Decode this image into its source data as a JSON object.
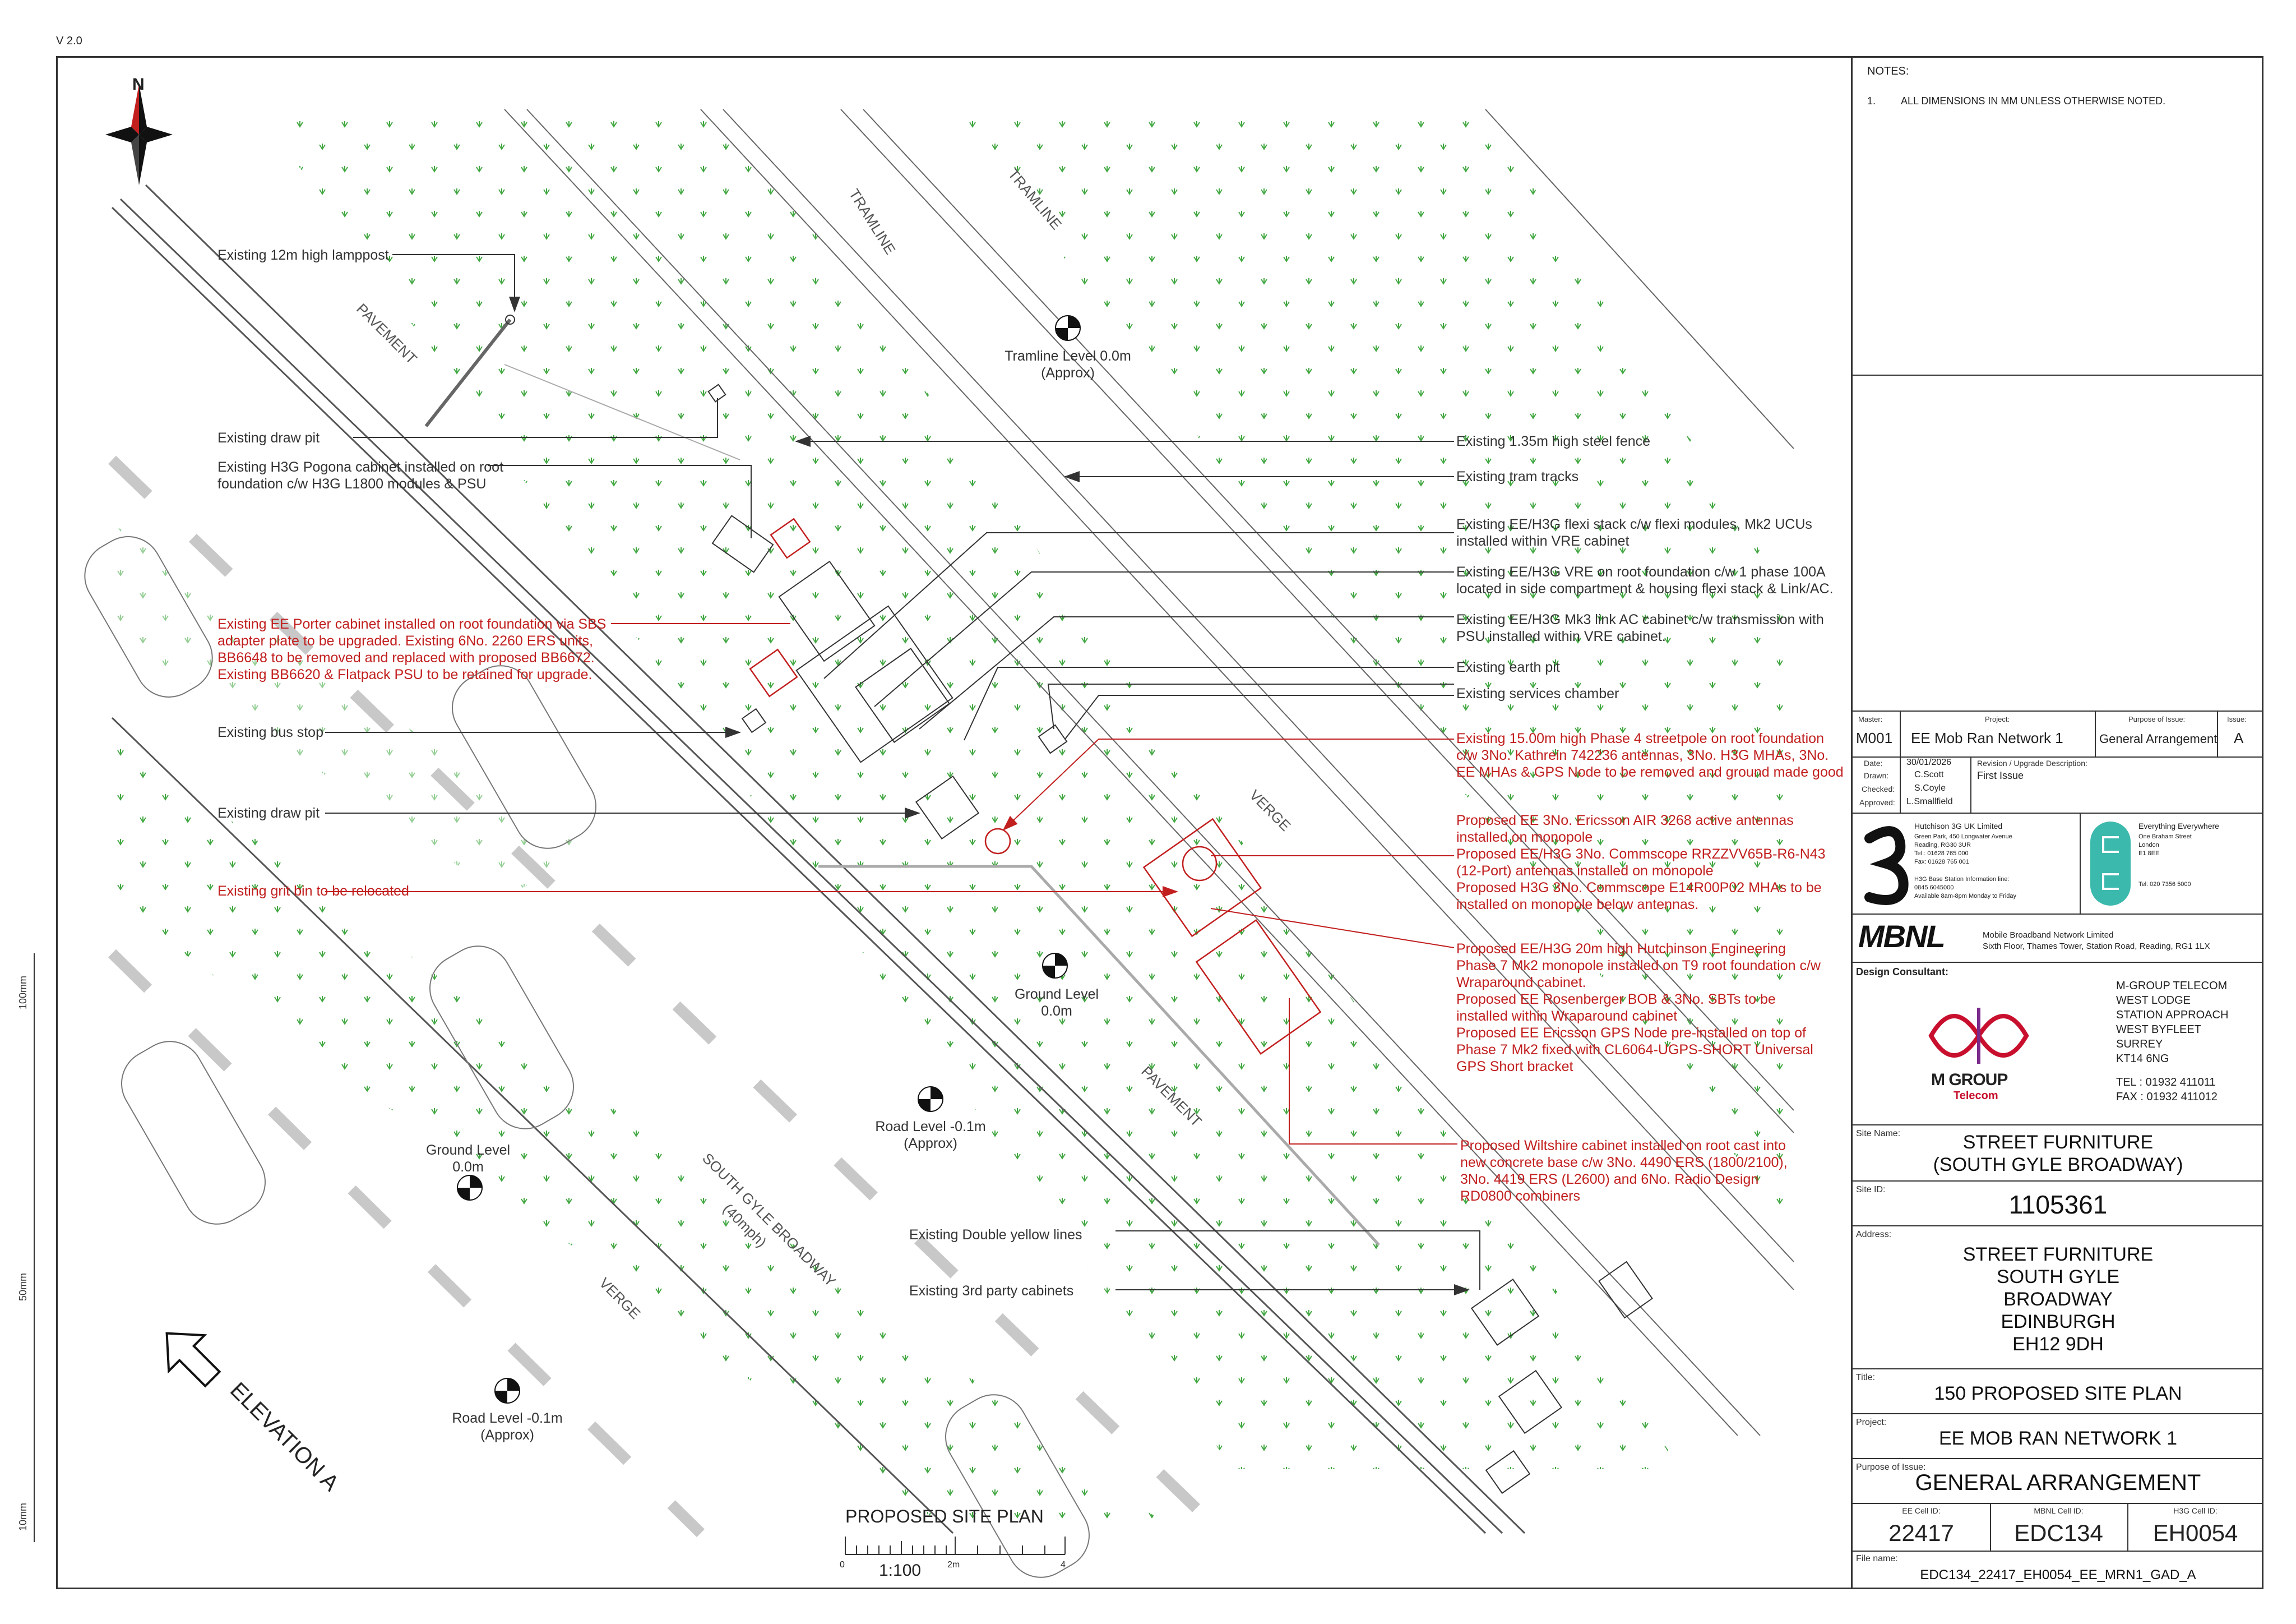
{
  "version": "V 2.0",
  "notes": {
    "heading": "NOTES:",
    "items": [
      {
        "num": "1.",
        "text": "ALL DIMENSIONS IN MM UNLESS OTHERWISE NOTED."
      }
    ]
  },
  "north": "N",
  "plan_annotations": {
    "lamppost": "Existing 12m high lamppost",
    "draw_pit_1": "Existing draw pit",
    "pogona": "Existing H3G Pogona cabinet installed on root\nfoundation c/w H3G L1800 modules & PSU",
    "porter": "Existing EE Porter cabinet installed on root foundation via SBS\nadapter plate to be upgraded. Existing 6No. 2260 ERS units,\nBB6648 to be removed and replaced with proposed BB6672.\nExisting BB6620 & Flatpack PSU to be retained for upgrade.",
    "bus_stop": "Existing bus stop",
    "draw_pit_2": "Existing draw pit",
    "grit_bin": "Existing grit bin to be relocated",
    "fence": "Existing 1.35m high steel fence",
    "tram_tracks": "Existing tram tracks",
    "flexi": "Existing EE/H3G flexi stack c/w flexi modules, Mk2 UCUs\ninstalled within VRE cabinet",
    "vre": "Existing EE/H3G VRE on root foundation c/w 1 phase 100A\nlocated in side compartment & housing flexi stack & Link/AC.",
    "mk3": "Existing EE/H3G Mk3 link AC cabinet c/w transmission with\nPSU installed within VRE cabinet.",
    "earth_pit": "Existing earth pit",
    "services": "Existing services chamber",
    "streetpole": "Existing 15.00m high Phase 4 streetpole on root foundation\nc/w 3No. Kathrein 742236 antennas, 3No. H3G MHAs, 3No.\nEE MHAs & GPS Node to be removed and ground made good",
    "proposed_antennas": "Proposed EE 3No. Ericsson AIR 3268 active antennas\ninstalled on monopole\nProposed EE/H3G 3No. Commscope RRZZVV65B-R6-N43\n(12-Port) antennas installed on monopole\nProposed H3G 3No. Commscope E14R00P02 MHAs to be\ninstalled on monopole below antennas.",
    "proposed_monopole": "Proposed EE/H3G 20m high Hutchinson Engineering\nPhase 7 Mk2 monopole installed on T9 root foundation c/w\nWraparound cabinet.\nProposed EE Rosenberger BOB & 3No. SBTs to be\ninstalled within Wraparound cabinet\nProposed EE Ericsson GPS Node pre-installed on top of\nPhase 7 Mk2 fixed with CL6064-UGPS-SHORT Universal\nGPS Short bracket",
    "wiltshire": "Proposed Wiltshire cabinet installed on root cast into\nnew concrete base c/w 3No. 4490 ERS (1800/2100),\n3No. 4419 ERS (L2600) and 6No. Radio Design\nRD0800 combiners",
    "double_yellow": "Existing Double yellow lines",
    "third_party": "Existing 3rd party cabinets"
  },
  "levels": [
    {
      "id": "tramline",
      "text": "Tramline Level 0.0m\n(Approx)"
    },
    {
      "id": "ground1",
      "text": "Ground Level\n0.0m"
    },
    {
      "id": "road1",
      "text": "Road Level -0.1m\n(Approx)"
    },
    {
      "id": "ground2",
      "text": "Ground Level\n0.0m"
    },
    {
      "id": "road2",
      "text": "Road Level -0.1m\n(Approx)"
    }
  ],
  "map_labels": {
    "pavement_1": "PAVEMENT",
    "tramline_1": "TRAMLINE",
    "tramline_2": "TRAMLINE",
    "verge_1": "VERGE",
    "pavement_2": "PAVEMENT",
    "road": "SOUTH GYLE BROADWAY",
    "speed": "(40mph)",
    "verge_2": "VERGE",
    "elevation": "ELEVATION A"
  },
  "plan_title": "PROPOSED SITE PLAN",
  "scale": {
    "ratio": "1:100",
    "zero": "0",
    "mid": "2m",
    "end": "4"
  },
  "margin_scale": {
    "a": "100mm",
    "b": "50mm",
    "c": "10mm"
  },
  "title_block": {
    "master_label": "Master:",
    "master": "M001",
    "project_label": "Project:",
    "project": "EE Mob Ran Network 1",
    "purpose_label": "Purpose of Issue:",
    "purpose": "General Arrangement",
    "issue_label": "Issue:",
    "issue": "A",
    "rev_rows": [
      {
        "label": "Date:",
        "value": "30/01/2026"
      },
      {
        "label": "Drawn:",
        "value": "C.Scott"
      },
      {
        "label": "Checked:",
        "value": "S.Coyle"
      },
      {
        "label": "Approved:",
        "value": "L.Smallfield"
      }
    ],
    "revision_label": "Revision / Upgrade Description:",
    "revision": "First Issue",
    "h3g": {
      "name": "Hutchison 3G UK Limited",
      "address": "Green Park, 450 Longwater Avenue\nReading, RG30 3UR\nTel.: 01628 765 000\nFax: 01628 765 001",
      "extra": "H3G Base Station Information line:\n0845 6045000\nAvailable 8am-8pm Monday to Friday"
    },
    "ee": {
      "name": "Everything Everywhere",
      "address": "One Braham Street\nLondon\nE1 8EE",
      "tel": "Tel: 020 7356 5000"
    },
    "mbnl": {
      "logo": "MBNL",
      "name": "Mobile Broadband Network Limited",
      "address": "Sixth Floor, Thames Tower,  Station Road, Reading, RG1 1LX"
    },
    "design_label": "Design Consultant:",
    "mgroup": {
      "logo_top": "M GROUP",
      "logo_bottom": "Telecom",
      "address": "M-GROUP TELECOM\nWEST LODGE\nSTATION APPROACH\nWEST BYFLEET\nSURREY\nKT14 6NG",
      "tel": "TEL : 01932 411011\nFAX : 01932 411012"
    },
    "site_name_label": "Site Name:",
    "site_name": "STREET FURNITURE\n(SOUTH GYLE BROADWAY)",
    "site_id_label": "Site ID:",
    "site_id": "1105361",
    "address_label": "Address:",
    "address": "STREET FURNITURE\nSOUTH GYLE\nBROADWAY\nEDINBURGH\nEH12 9DH",
    "title_label": "Title:",
    "title": "150 PROPOSED SITE PLAN",
    "project2_label": "Project:",
    "project2": "EE MOB RAN NETWORK 1",
    "purpose2_label": "Purpose of Issue:",
    "purpose2": "GENERAL ARRANGEMENT",
    "ee_cell_label": "EE Cell ID:",
    "ee_cell": "22417",
    "mbnl_cell_label": "MBNL Cell ID:",
    "mbnl_cell": "EDC134",
    "h3g_cell_label": "H3G Cell ID:",
    "h3g_cell": "EH0054",
    "file_label": "File name:",
    "file": "EDC134_22417_EH0054_EE_MRN1_GAD_A"
  },
  "colors": {
    "existing": "#333333",
    "proposed": "#c21f1f",
    "grass": "#2e9e2e",
    "ee_teal": "#3cb9ad",
    "mgroup_red": "#c8102e"
  }
}
